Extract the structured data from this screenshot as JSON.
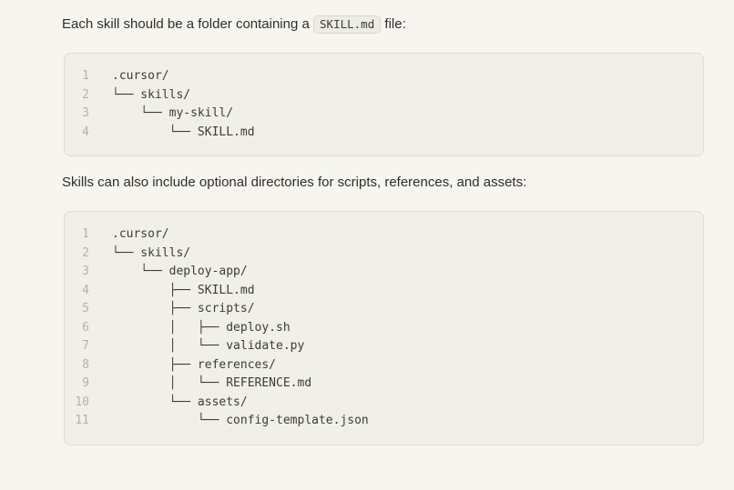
{
  "page": {
    "background_color": "#f6f5ef",
    "text_color": "#2f2e29"
  },
  "paragraphs": {
    "p1_prefix": "Each skill should be a folder containing a ",
    "p1_inline_code": "SKILL.md",
    "p1_suffix": " file:",
    "p2": "Skills can also include optional directories for scripts, references, and assets:"
  },
  "code_blocks": [
    {
      "name": "skill-folder-structure",
      "background_color": "#f0efe8",
      "border_color": "#dedcd2",
      "line_number_color": "#b4b2a9",
      "code_color": "#3d3c37",
      "lines": [
        ".cursor/",
        "└── skills/",
        "    └── my-skill/",
        "        └── SKILL.md"
      ]
    },
    {
      "name": "skill-optional-directories",
      "background_color": "#f0efe8",
      "border_color": "#dedcd2",
      "line_number_color": "#b4b2a9",
      "code_color": "#3d3c37",
      "lines": [
        ".cursor/",
        "└── skills/",
        "    └── deploy-app/",
        "        ├── SKILL.md",
        "        ├── scripts/",
        "        │   ├── deploy.sh",
        "        │   └── validate.py",
        "        ├── references/",
        "        │   └── REFERENCE.md",
        "        └── assets/",
        "            └── config-template.json"
      ]
    }
  ]
}
